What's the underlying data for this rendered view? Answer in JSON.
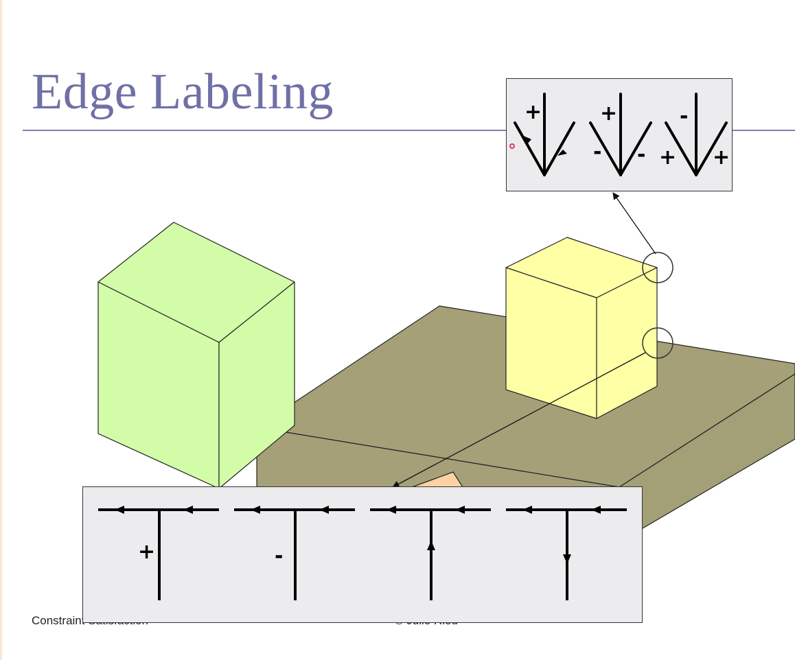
{
  "slide": {
    "title": "Edge Labeling",
    "footer_left": "Constraint Satisfaction",
    "footer_center": "© Julie Ried"
  },
  "arrow_junction_inset": {
    "junctions": [
      {
        "labels": [
          "+"
        ]
      },
      {
        "labels": [
          "+",
          "-",
          "-"
        ]
      },
      {
        "labels": [
          "-",
          "+",
          "+"
        ]
      }
    ]
  },
  "t_junction_inset": {
    "junctions": [
      {
        "stem_label": "+"
      },
      {
        "stem_label": "-"
      },
      {
        "stem_label": ""
      },
      {
        "stem_label": ""
      }
    ]
  },
  "colors": {
    "title": "#6e70a6",
    "rule": "#7b7fae",
    "green_block": "#d3fca8",
    "yellow_block": "#ffffa6",
    "olive_slab": "#a5a078",
    "orange_piece": "#ffd2a6",
    "inset_bg": "#ececee"
  }
}
